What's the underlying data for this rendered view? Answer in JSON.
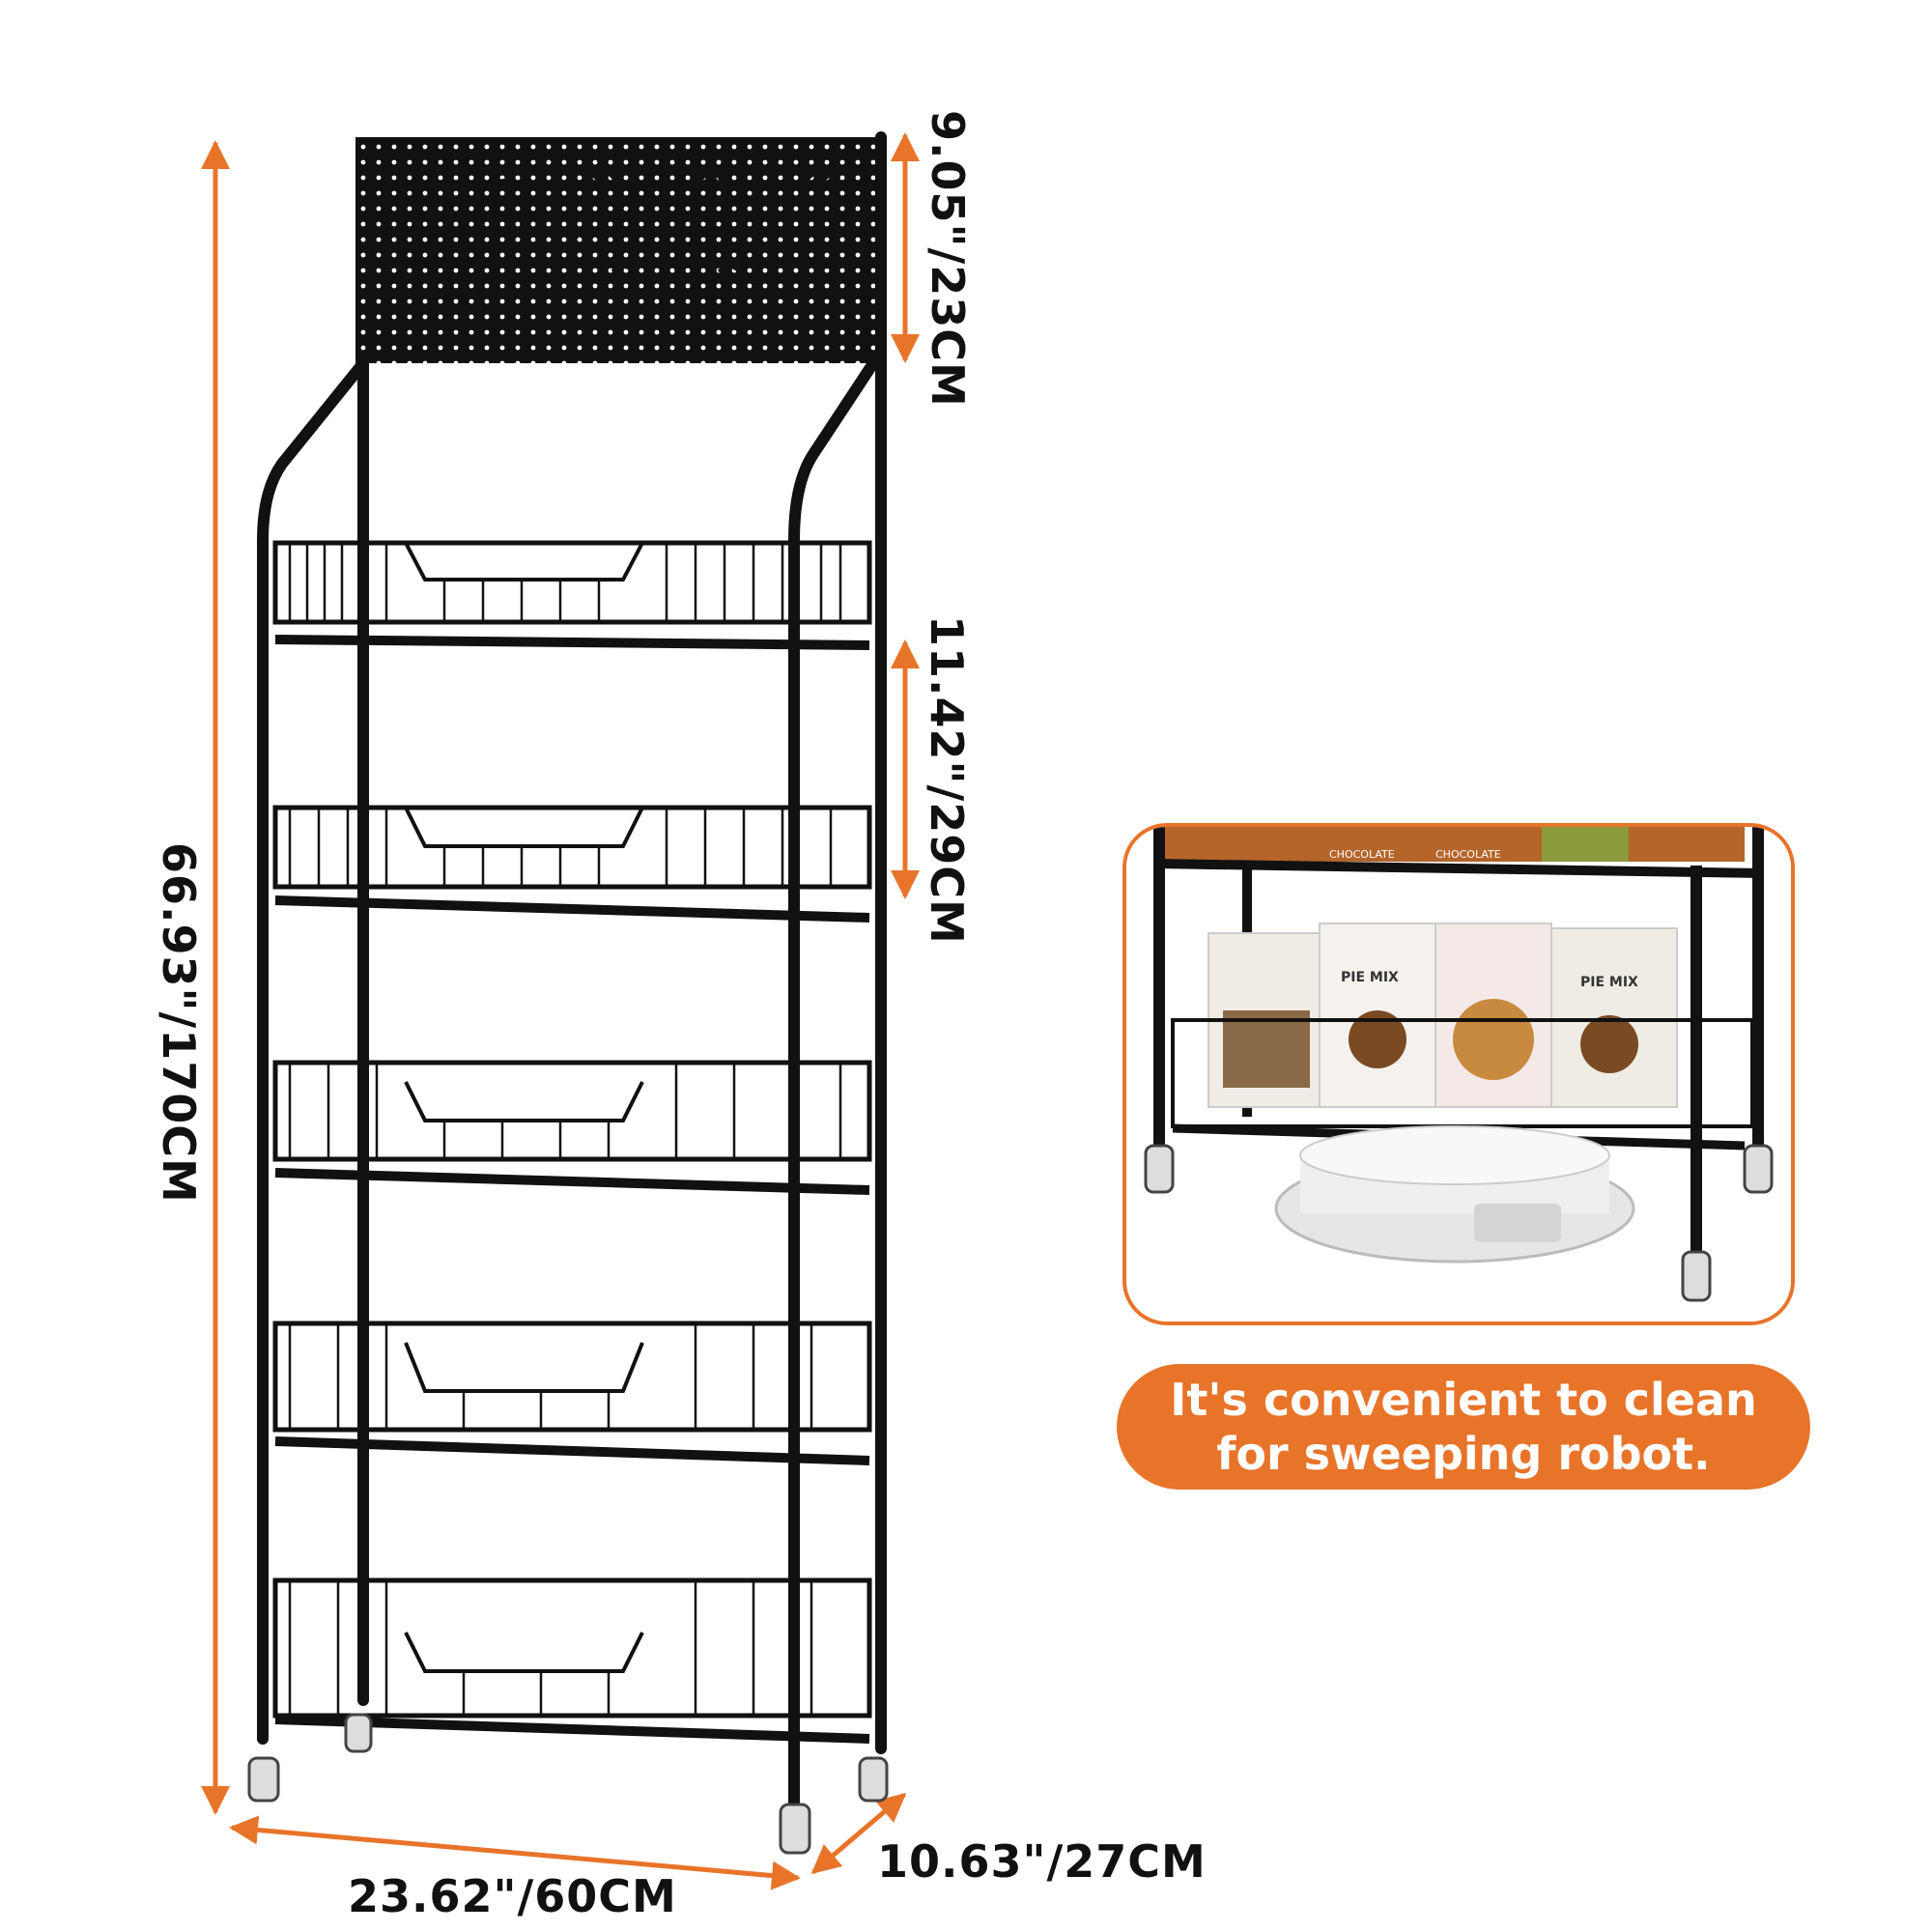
{
  "dimensions": {
    "total_height": "66.93\"/170CM",
    "pegboard_height": "9.05\"/23CM",
    "shelf_spacing": "11.42\"/29CM",
    "width": "23.62\"/60CM",
    "depth": "10.63\"/27CM"
  },
  "caption": "It's convenient to clean for sweeping robot.",
  "inset": {
    "box_labels": [
      "PIE MIX",
      "PIE MIX",
      "CHOCOLATE",
      "CHOCOLATE"
    ]
  },
  "colors": {
    "accent": "#e8742a",
    "frame": "#111111"
  }
}
